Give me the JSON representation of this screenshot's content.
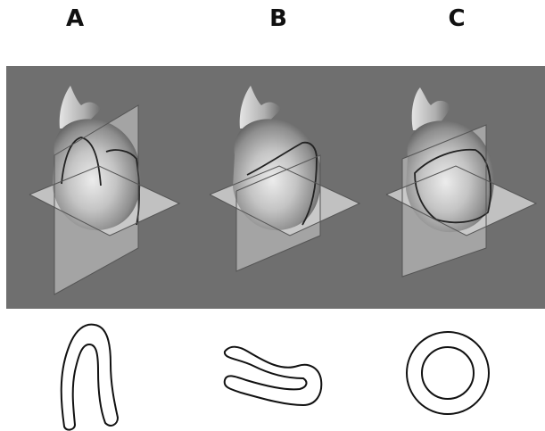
{
  "labels": {
    "a": "A",
    "b": "B",
    "c": "C"
  },
  "colors": {
    "panel_background": "#6f6f6f",
    "plane_fill": "#d9d9d9",
    "heart_light": "#d6d6d6",
    "heart_mid": "#9a9a9a",
    "heart_dark": "#4e4e4e",
    "outline": "#222222"
  }
}
